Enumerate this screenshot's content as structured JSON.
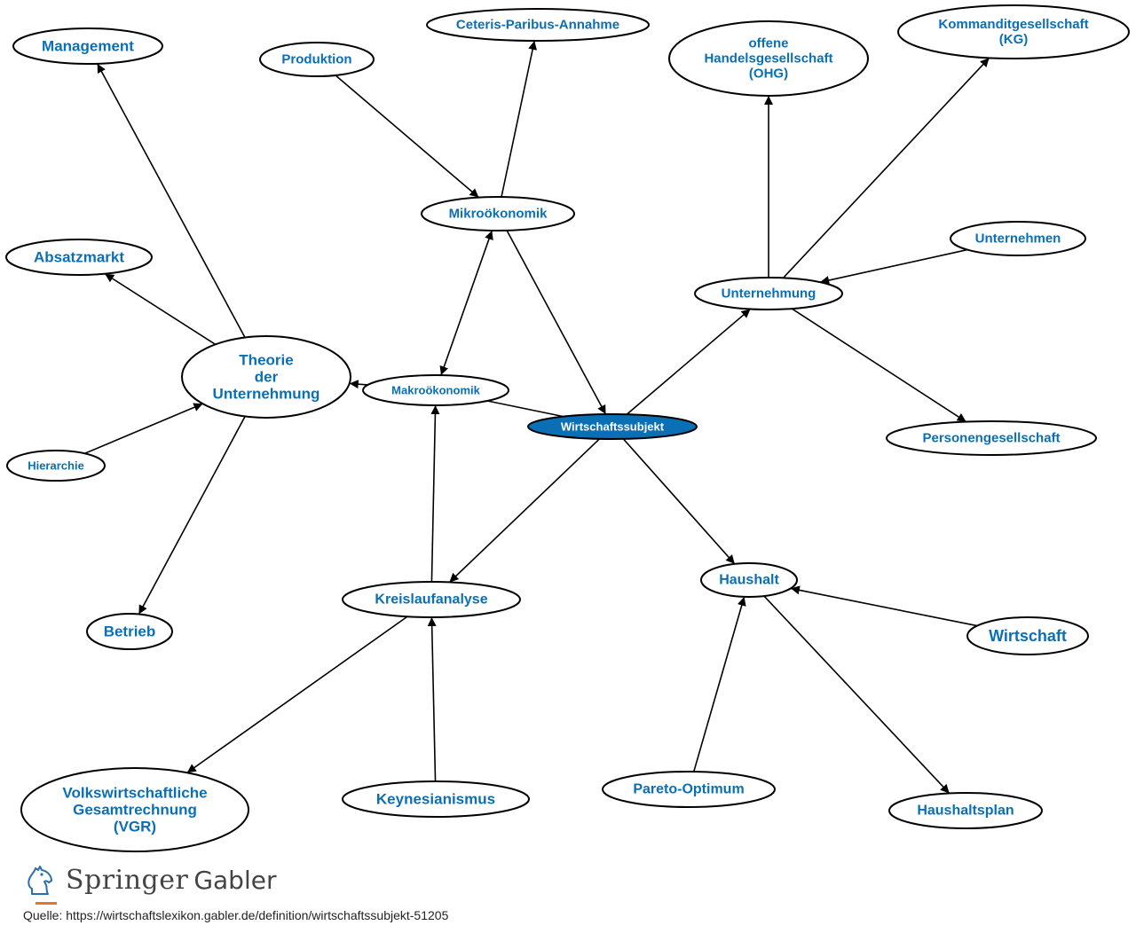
{
  "diagram": {
    "nodes": [
      {
        "id": "wirtschaftssubjekt",
        "label": "Wirtschaftssubjekt",
        "central": true
      },
      {
        "id": "mikrooekonomik",
        "label": "Mikroökonomik"
      },
      {
        "id": "makrooekonomik",
        "label": "Makroökonomik"
      },
      {
        "id": "theorie",
        "label": "Theorie\nder\nUnternehmung"
      },
      {
        "id": "management",
        "label": "Management"
      },
      {
        "id": "absatzmarkt",
        "label": "Absatzmarkt"
      },
      {
        "id": "hierarchie",
        "label": "Hierarchie"
      },
      {
        "id": "betrieb",
        "label": "Betrieb"
      },
      {
        "id": "produktion",
        "label": "Produktion"
      },
      {
        "id": "ceteris",
        "label": "Ceteris-Paribus-Annahme"
      },
      {
        "id": "unternehmung",
        "label": "Unternehmung"
      },
      {
        "id": "ohg",
        "label": "offene\nHandelsgesellschaft\n(OHG)"
      },
      {
        "id": "kg",
        "label": "Kommanditgesellschaft\n(KG)"
      },
      {
        "id": "unternehmen",
        "label": "Unternehmen"
      },
      {
        "id": "personengesellschaft",
        "label": "Personengesellschaft"
      },
      {
        "id": "kreislaufanalyse",
        "label": "Kreislaufanalyse"
      },
      {
        "id": "vgr",
        "label": "Volkswirtschaftliche\nGesamtrechnung\n(VGR)"
      },
      {
        "id": "keynesianismus",
        "label": "Keynesianismus"
      },
      {
        "id": "haushalt",
        "label": "Haushalt"
      },
      {
        "id": "wirtschaft",
        "label": "Wirtschaft"
      },
      {
        "id": "pareto",
        "label": "Pareto-Optimum"
      },
      {
        "id": "haushaltsplan",
        "label": "Haushaltsplan"
      }
    ],
    "edges": [
      {
        "from": "produktion",
        "to": "mikrooekonomik",
        "arrow": true
      },
      {
        "from": "mikrooekonomik",
        "to": "ceteris",
        "arrow": true
      },
      {
        "from": "mikrooekonomik",
        "to": "wirtschaftssubjekt",
        "arrow": true
      },
      {
        "from": "mikrooekonomik",
        "to": "makrooekonomik",
        "arrow": true,
        "both": true
      },
      {
        "from": "wirtschaftssubjekt",
        "to": "makrooekonomik",
        "arrow": false
      },
      {
        "from": "makrooekonomik",
        "to": "theorie",
        "arrow": true
      },
      {
        "from": "theorie",
        "to": "management",
        "arrow": true
      },
      {
        "from": "theorie",
        "to": "absatzmarkt",
        "arrow": true
      },
      {
        "from": "hierarchie",
        "to": "theorie",
        "arrow": true
      },
      {
        "from": "theorie",
        "to": "betrieb",
        "arrow": true
      },
      {
        "from": "wirtschaftssubjekt",
        "to": "unternehmung",
        "arrow": true
      },
      {
        "from": "unternehmung",
        "to": "ohg",
        "arrow": true
      },
      {
        "from": "unternehmung",
        "to": "kg",
        "arrow": true
      },
      {
        "from": "unternehmen",
        "to": "unternehmung",
        "arrow": true
      },
      {
        "from": "unternehmung",
        "to": "personengesellschaft",
        "arrow": true
      },
      {
        "from": "wirtschaftssubjekt",
        "to": "kreislaufanalyse",
        "arrow": true
      },
      {
        "from": "kreislaufanalyse",
        "to": "makrooekonomik",
        "arrow": true
      },
      {
        "from": "kreislaufanalyse",
        "to": "vgr",
        "arrow": true
      },
      {
        "from": "keynesianismus",
        "to": "kreislaufanalyse",
        "arrow": true
      },
      {
        "from": "wirtschaftssubjekt",
        "to": "haushalt",
        "arrow": true
      },
      {
        "from": "wirtschaft",
        "to": "haushalt",
        "arrow": true
      },
      {
        "from": "pareto",
        "to": "haushalt",
        "arrow": true
      },
      {
        "from": "haushalt",
        "to": "haushaltsplan",
        "arrow": true
      }
    ]
  },
  "branding": {
    "publisher": "Springer",
    "imprint": "Gabler",
    "logo_icon": "knight-horse-icon",
    "accent_color": "#e8742c"
  },
  "colors": {
    "node_text": "#0a6fb4",
    "central_fill": "#0a6fb4"
  },
  "source": {
    "text": "Quelle: https://wirtschaftslexikon.gabler.de/definition/wirtschaftssubjekt-51205"
  }
}
